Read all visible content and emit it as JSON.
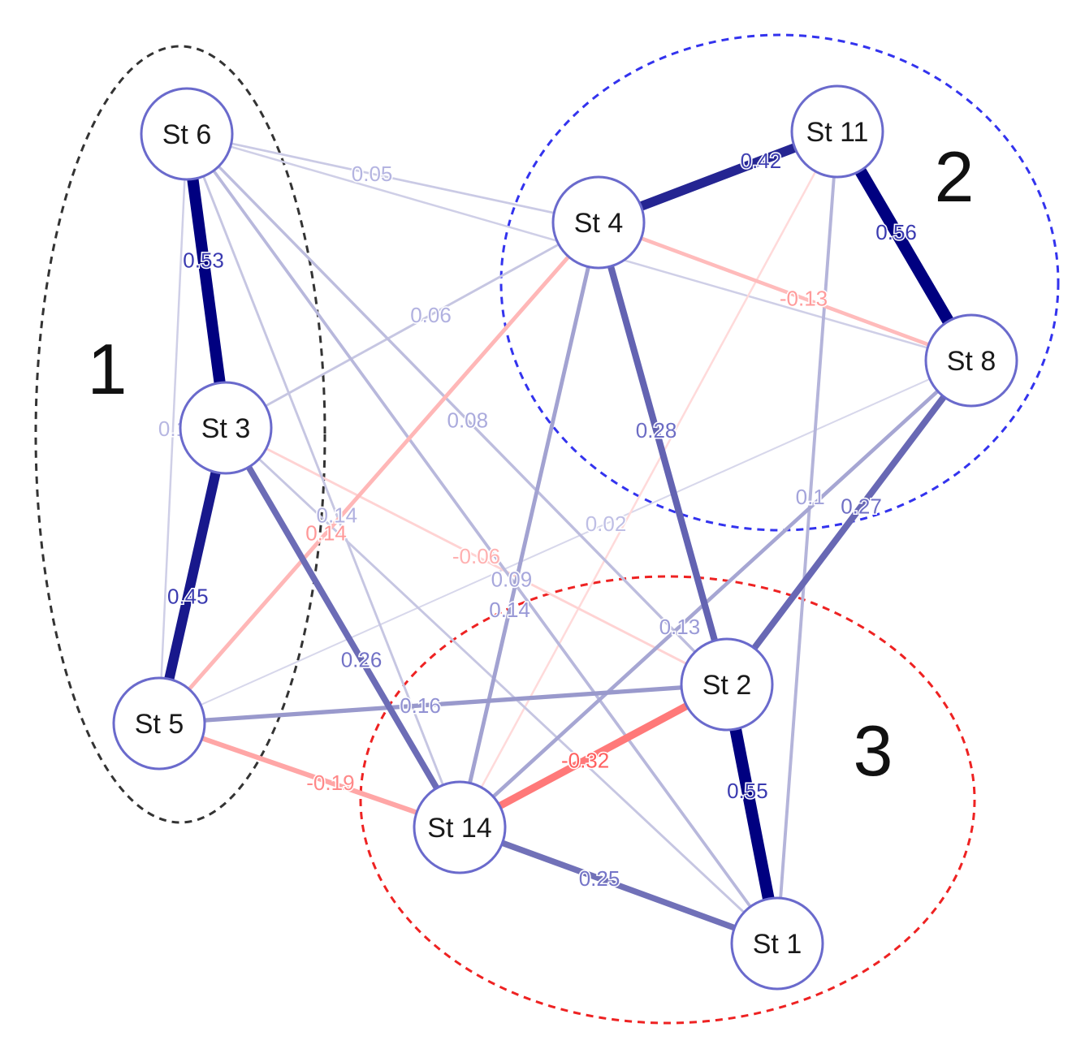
{
  "colors": {
    "positive": "#000080",
    "negative": "#ff3a3a",
    "node_stroke": "#6a6acc",
    "node_fill": "#ffffff",
    "cluster1": "#333333",
    "cluster2": "#3333ee",
    "cluster3": "#ee2222"
  },
  "clusters": [
    {
      "id": "c1",
      "label": "1",
      "color": "#333333"
    },
    {
      "id": "c2",
      "label": "2",
      "color": "#3333ee"
    },
    {
      "id": "c3",
      "label": "3",
      "color": "#ee2222"
    }
  ],
  "nodes": [
    {
      "id": "st6",
      "label": "St 6"
    },
    {
      "id": "st3",
      "label": "St 3"
    },
    {
      "id": "st5",
      "label": "St 5"
    },
    {
      "id": "st4",
      "label": "St 4"
    },
    {
      "id": "st11",
      "label": "St 11"
    },
    {
      "id": "st8",
      "label": "St 8"
    },
    {
      "id": "st2",
      "label": "St 2"
    },
    {
      "id": "st14",
      "label": "St 14"
    },
    {
      "id": "st1",
      "label": "St 1"
    }
  ],
  "edges": [
    {
      "source": "st6",
      "target": "st3",
      "weight": 0.53,
      "label": "0.53"
    },
    {
      "source": "st3",
      "target": "st5",
      "weight": 0.45,
      "label": "0.45"
    },
    {
      "source": "st4",
      "target": "st11",
      "weight": 0.42,
      "label": "0.42"
    },
    {
      "source": "st11",
      "target": "st8",
      "weight": 0.56,
      "label": "0.56"
    },
    {
      "source": "st2",
      "target": "st1",
      "weight": 0.55,
      "label": "0.55"
    },
    {
      "source": "st4",
      "target": "st2",
      "weight": 0.28,
      "label": "0.28"
    },
    {
      "source": "st8",
      "target": "st2",
      "weight": 0.27,
      "label": "0.27"
    },
    {
      "source": "st3",
      "target": "st14",
      "weight": 0.26,
      "label": "0.26"
    },
    {
      "source": "st14",
      "target": "st1",
      "weight": 0.25,
      "label": "0.25"
    },
    {
      "source": "st14",
      "target": "st2",
      "weight": -0.32,
      "label": "-0.32"
    },
    {
      "source": "st5",
      "target": "st14",
      "weight": -0.19,
      "label": "-0.19"
    },
    {
      "source": "st5",
      "target": "st2",
      "weight": 0.16,
      "label": "0.16"
    },
    {
      "source": "st3",
      "target": "st4",
      "weight": 0.06,
      "label": "0.06"
    },
    {
      "source": "st5",
      "target": "st4",
      "weight": -0.14,
      "label": "0.14"
    },
    {
      "source": "st4",
      "target": "st8",
      "weight": -0.13,
      "label": "-0.13"
    },
    {
      "source": "st6",
      "target": "st4",
      "weight": 0.05,
      "label": "0.05"
    },
    {
      "source": "st6",
      "target": "st8",
      "weight": 0.04,
      "label": ""
    },
    {
      "source": "st14",
      "target": "st4",
      "weight": 0.14,
      "label": "0.14"
    },
    {
      "source": "st14",
      "target": "st8",
      "weight": 0.13,
      "label": "0.13"
    },
    {
      "source": "st6",
      "target": "st2",
      "weight": 0.08,
      "label": "0.08"
    },
    {
      "source": "st3",
      "target": "st2",
      "weight": -0.06,
      "label": "-0.06"
    },
    {
      "source": "st6",
      "target": "st1",
      "weight": 0.09,
      "label": "0.09"
    },
    {
      "source": "st11",
      "target": "st1",
      "weight": 0.1,
      "label": "0.1"
    },
    {
      "source": "st6",
      "target": "st14",
      "weight": 0.06,
      "label": "0.14"
    },
    {
      "source": "st6",
      "target": "st5",
      "weight": 0.04,
      "label": "0.1"
    },
    {
      "source": "st5",
      "target": "st8",
      "weight": 0.02,
      "label": "0.02"
    },
    {
      "source": "st11",
      "target": "st14",
      "weight": -0.04,
      "label": ""
    },
    {
      "source": "st3",
      "target": "st1",
      "weight": 0.06,
      "label": ""
    }
  ]
}
